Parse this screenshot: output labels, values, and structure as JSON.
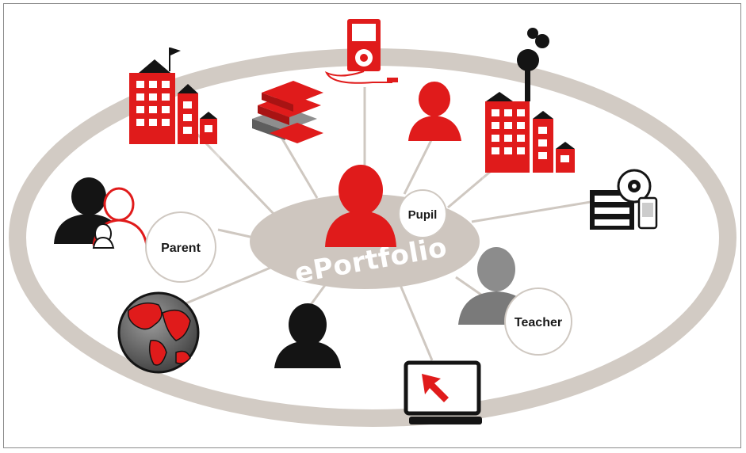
{
  "diagram": {
    "center_label": "ePortfolio",
    "badges": {
      "pupil": "Pupil",
      "parent": "Parent",
      "teacher": "Teacher"
    },
    "colors": {
      "accent_red": "#e01b1b",
      "ring_grey": "#d2cbc4",
      "dark": "#141414",
      "teacher_grey": "#8c8c8c"
    },
    "nodes": [
      {
        "name": "school-icon",
        "label": ""
      },
      {
        "name": "books-icon",
        "label": ""
      },
      {
        "name": "media-player-icon",
        "label": ""
      },
      {
        "name": "person-icon",
        "label": ""
      },
      {
        "name": "factory-icon",
        "label": ""
      },
      {
        "name": "storage-devices-icon",
        "label": ""
      },
      {
        "name": "parent-child-icon",
        "label": ""
      },
      {
        "name": "globe-icon",
        "label": ""
      },
      {
        "name": "person-icon",
        "label": ""
      },
      {
        "name": "laptop-icon",
        "label": ""
      },
      {
        "name": "teacher-icon",
        "label": ""
      }
    ]
  }
}
